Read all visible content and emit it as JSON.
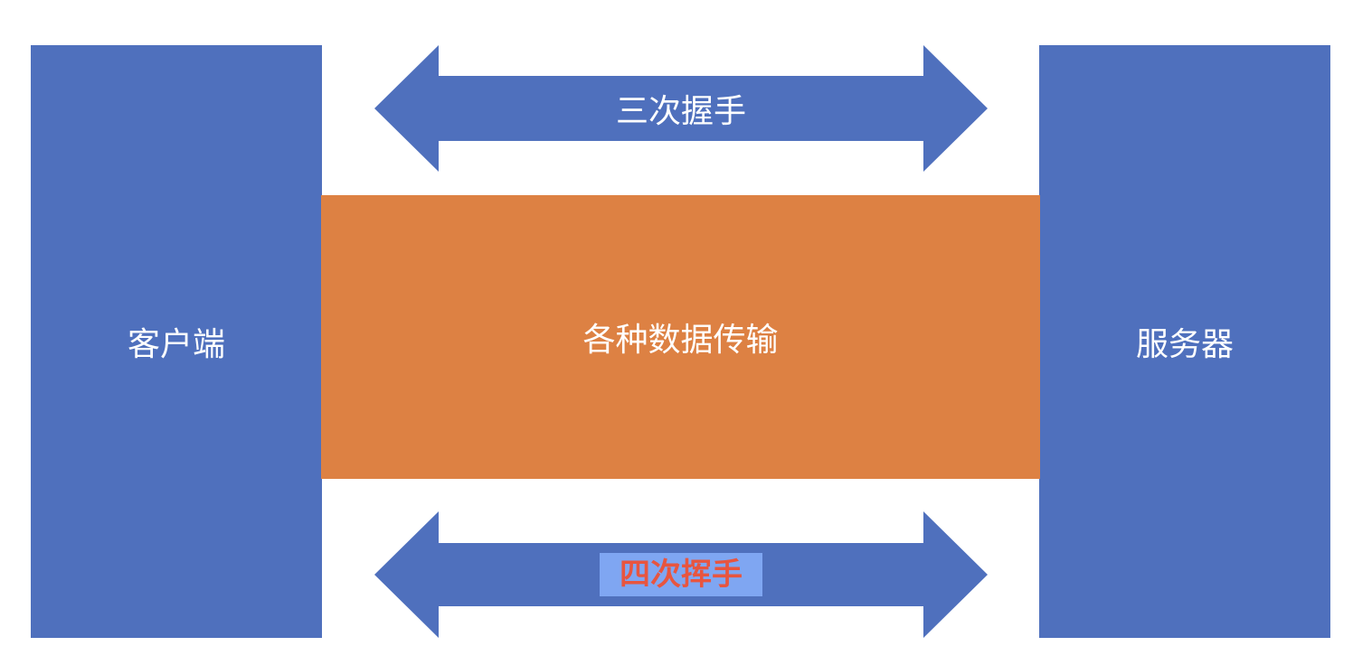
{
  "colors": {
    "blue": "#4f70bd",
    "orange": "#dd8143",
    "highlight": "#7fa6f2",
    "highlight_text": "#e8553f",
    "text": "#ffffff"
  },
  "client": {
    "label": "客户端"
  },
  "server": {
    "label": "服务器"
  },
  "data_transfer": {
    "label": "各种数据传输"
  },
  "handshake": {
    "label": "三次握手",
    "icon": "double-arrow-icon"
  },
  "wave": {
    "label": "四次挥手",
    "icon": "double-arrow-icon"
  }
}
